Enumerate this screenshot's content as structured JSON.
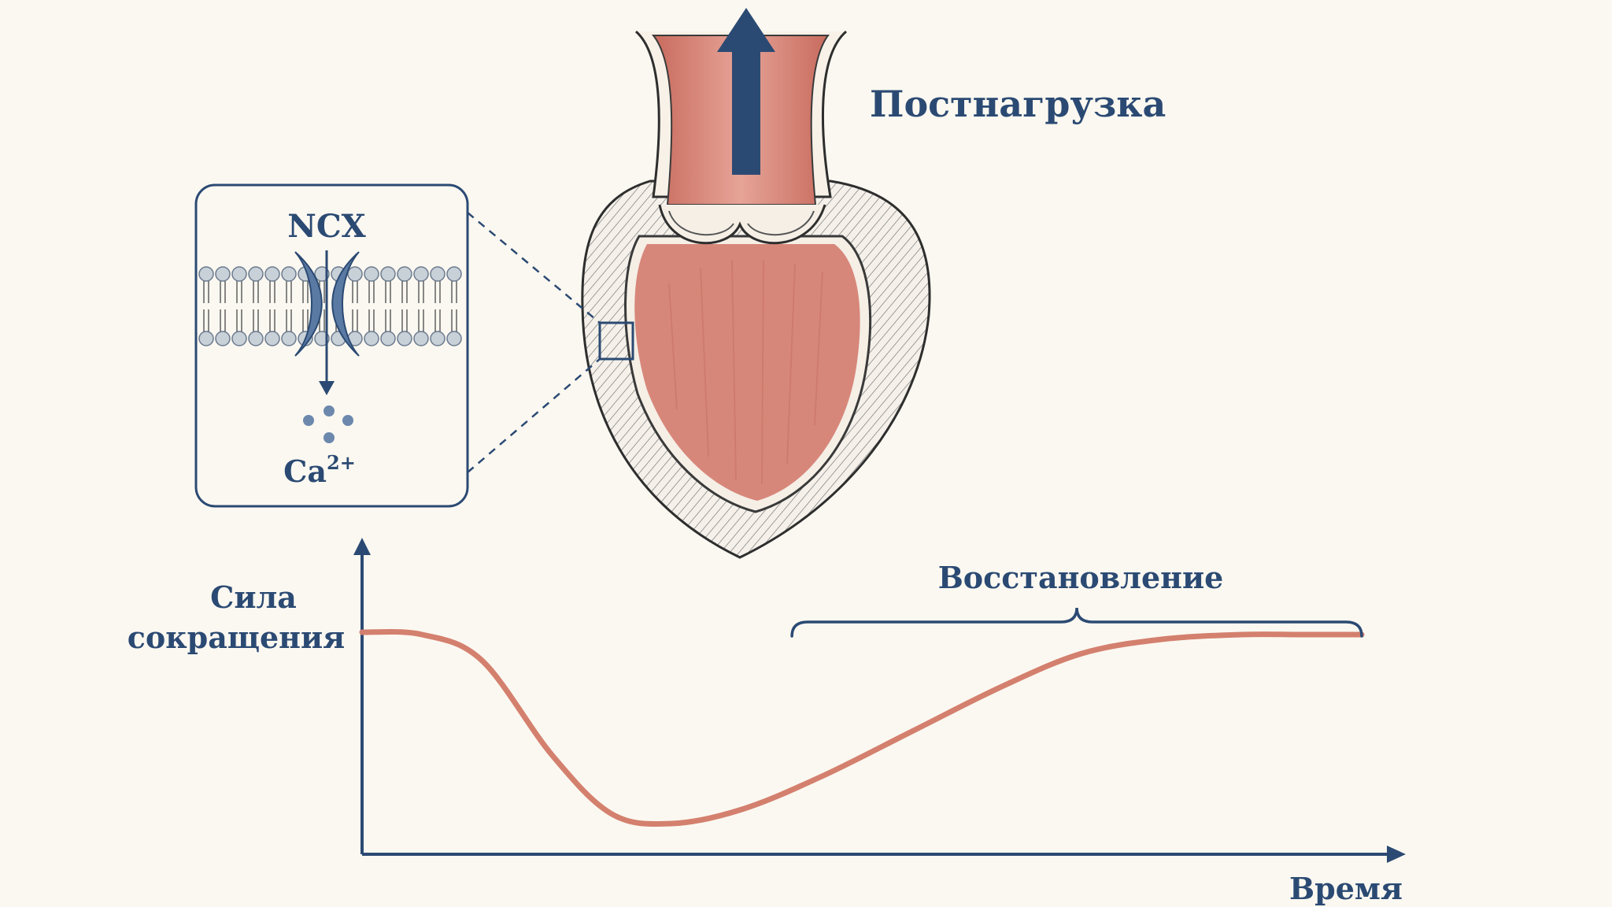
{
  "labels": {
    "afterload": "Постнагрузка",
    "ncx": "NCX",
    "ion_base": "Ca",
    "ion_charge": "2+",
    "y_axis_line1": "Сила",
    "y_axis_line2": "сокращения",
    "x_axis": "Время",
    "recovery": "Восстановление"
  },
  "colors": {
    "navy": "#2b4a73",
    "navy_fill": "#4b6a93",
    "blood": "#d7877a",
    "tissue": "#e0a698",
    "curve": "#d4806e",
    "background": "#fbf8f1",
    "membrane_bead": "#c8d0d8"
  },
  "icons": {
    "arrow": "up-arrow-icon",
    "calcium": "calcium-ions-icon"
  },
  "chart_data": {
    "type": "line",
    "title": "",
    "xlabel": "Время",
    "ylabel": "Сила сокращения",
    "grid": false,
    "axis_ticks": false,
    "note": "Axes carry no numeric scale; points are normalized fractions of axis range (0–1).",
    "xlim": [
      0,
      1
    ],
    "ylim": [
      0,
      1
    ],
    "series": [
      {
        "x": [
          0.0,
          0.06,
          0.12,
          0.19,
          0.25,
          0.31,
          0.38,
          0.46,
          0.55,
          0.64,
          0.72,
          0.8,
          0.88,
          0.94,
          1.0
        ],
        "y": [
          0.94,
          0.93,
          0.82,
          0.42,
          0.17,
          0.13,
          0.19,
          0.33,
          0.52,
          0.71,
          0.85,
          0.91,
          0.93,
          0.93,
          0.93
        ]
      }
    ],
    "annotations": [
      {
        "text": "Восстановление",
        "type": "brace",
        "x_range": [
          0.43,
          1.0
        ]
      }
    ]
  }
}
